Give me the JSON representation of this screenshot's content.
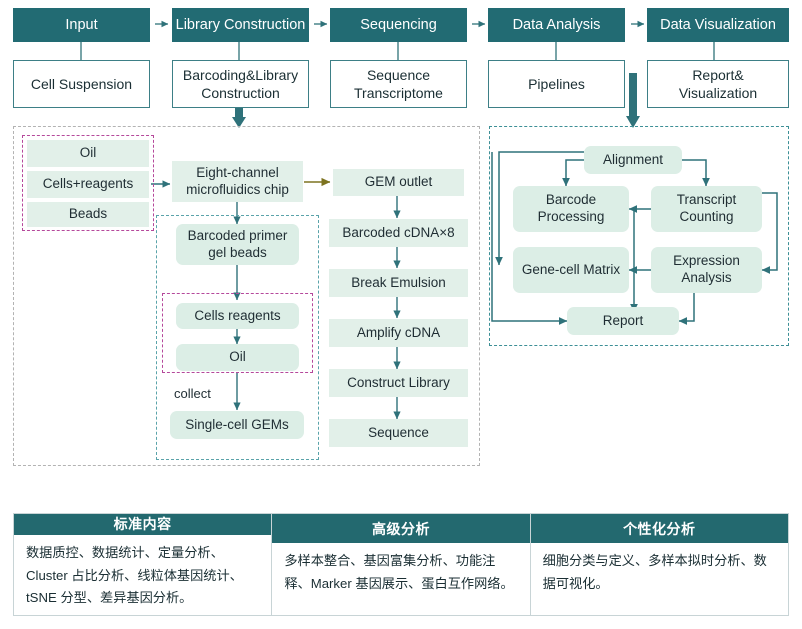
{
  "pipeline_header": [
    {
      "label": "Input"
    },
    {
      "label": "Library Construction"
    },
    {
      "label": "Sequencing"
    },
    {
      "label": "Data Analysis"
    },
    {
      "label": "Data Visualization"
    }
  ],
  "pipeline_subboxes": [
    {
      "label": "Cell Suspension"
    },
    {
      "label": "Barcoding&Library Construction"
    },
    {
      "label": "Sequence Transcriptome"
    },
    {
      "label": "Pipelines"
    },
    {
      "label": "Report& Visualization"
    }
  ],
  "wetlab": {
    "inputs": [
      {
        "label": "Oil"
      },
      {
        "label": "Cells+reagents"
      },
      {
        "label": "Beads"
      }
    ],
    "chip": {
      "label": "Eight-channel microfluidics chip"
    },
    "gem_chain": [
      {
        "label": "Barcoded primer gel beads"
      },
      {
        "label": "Cells reagents"
      },
      {
        "label": "Oil"
      },
      {
        "label": "Single-cell GEMs"
      }
    ],
    "collect_label": "collect",
    "seq_chain": [
      {
        "label": "GEM outlet"
      },
      {
        "label": "Barcoded cDNA×8"
      },
      {
        "label": "Break Emulsion"
      },
      {
        "label": "Amplify cDNA"
      },
      {
        "label": "Construct Library"
      },
      {
        "label": "Sequence"
      }
    ]
  },
  "analysis": {
    "alignment": {
      "label": "Alignment"
    },
    "barcode_processing": {
      "label": "Barcode Processing"
    },
    "transcript_counting": {
      "label": "Transcript Counting"
    },
    "gene_cell_matrix": {
      "label": "Gene-cell Matrix"
    },
    "expression_analysis": {
      "label": "Expression Analysis"
    },
    "report": {
      "label": "Report"
    }
  },
  "table": {
    "columns": [
      {
        "header": "标准内容",
        "body": "数据质控、数据统计、定量分析、Cluster 占比分析、线粒体基因统计、tSNE 分型、差异基因分析。"
      },
      {
        "header": "高级分析",
        "body": "多样本整合、基因富集分析、功能注释、Marker 基因展示、蛋白互作网络。"
      },
      {
        "header": "个性化分析",
        "body": "细胞分类与定义、多样本拟时分析、数据可视化。"
      }
    ]
  },
  "colors": {
    "teal_header": "#226b73",
    "teal_line": "#2f727a",
    "pale_green": "#e2f0e9",
    "pink_dash": "#b5489b",
    "gray_dash": "#b3b3b3",
    "olive_arrow": "#7d7320",
    "table_header": "#23696f"
  }
}
